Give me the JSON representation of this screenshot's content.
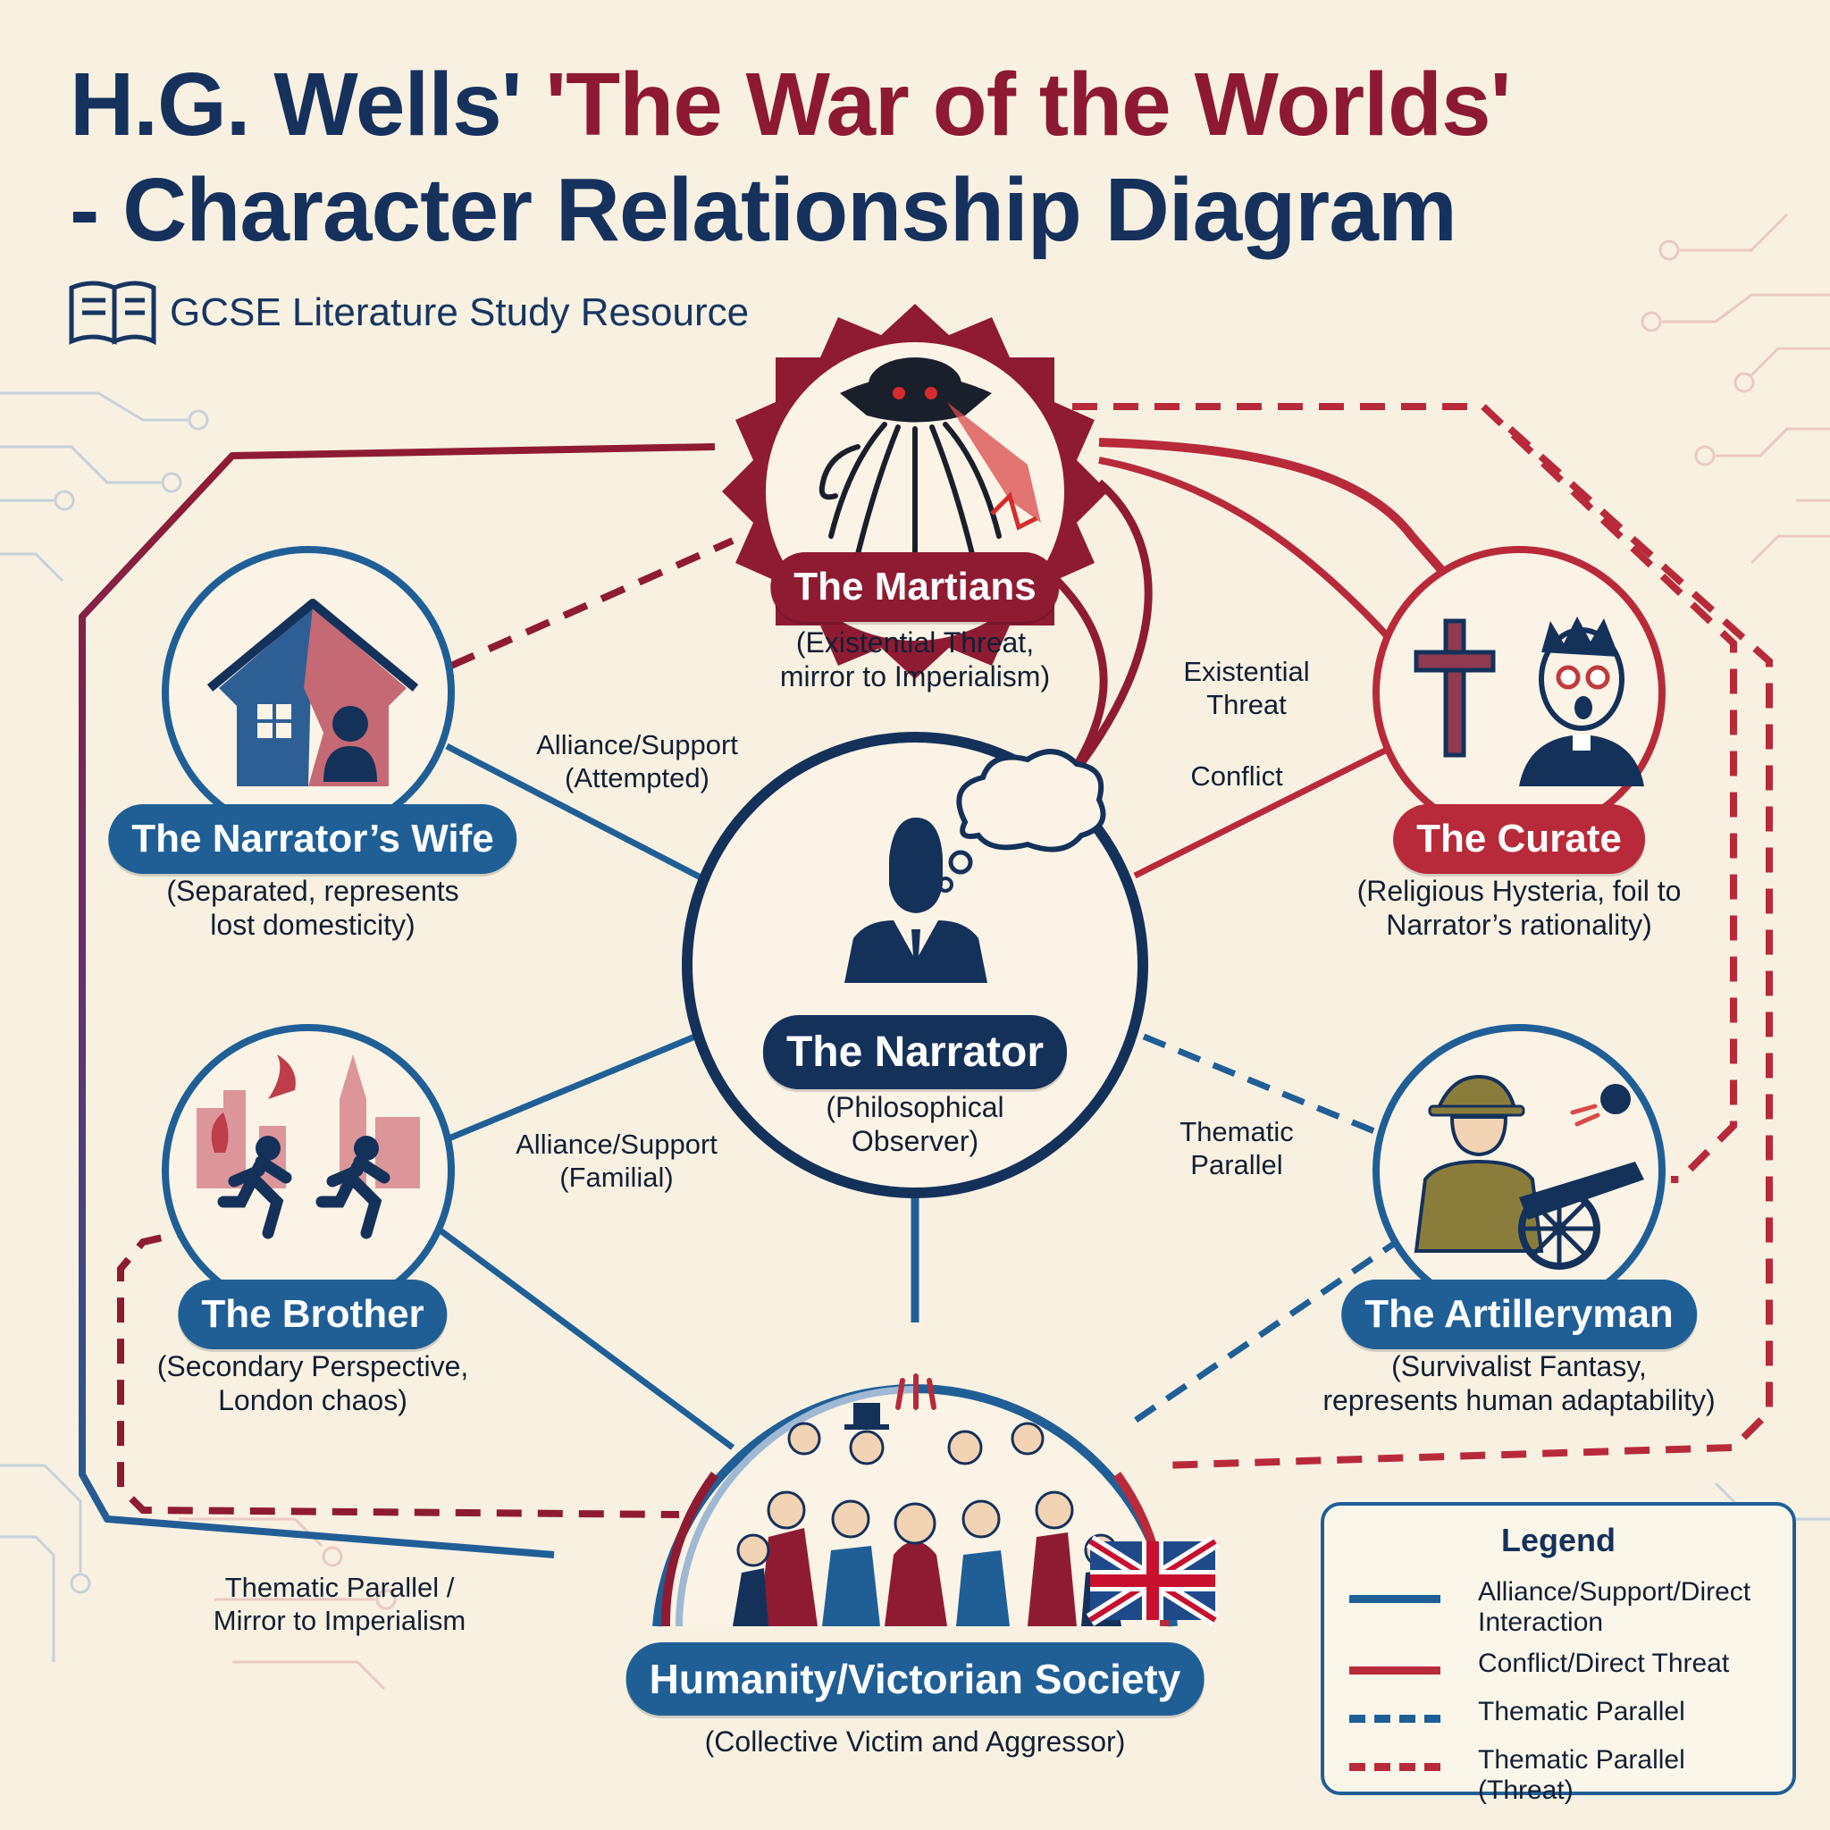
{
  "header": {
    "title_part1": "H.G. Wells' ",
    "title_part2": "'The War of the Worlds'",
    "title_part3": "- Character Relationship Diagram",
    "subtitle": "GCSE Literature Study Resource"
  },
  "nodes": {
    "martians": {
      "label": "The Martians",
      "desc1": "(Existential Threat,",
      "desc2": "mirror to Imperialism)"
    },
    "wife": {
      "label": "The Narrator’s Wife",
      "desc1": "(Separated, represents",
      "desc2": "lost domesticity)"
    },
    "curate": {
      "label": "The Curate",
      "desc1": "(Religious Hysteria, foil to",
      "desc2": "Narrator’s rationality)"
    },
    "narrator": {
      "label": "The Narrator",
      "desc1": "(Philosophical",
      "desc2": "Observer)"
    },
    "brother": {
      "label": "The Brother",
      "desc1": "(Secondary Perspective,",
      "desc2": "London chaos)"
    },
    "artilleryman": {
      "label": "The Artilleryman",
      "desc1": "(Survivalist Fantasy,",
      "desc2": "represents human adaptability)"
    },
    "society": {
      "label": "Humanity/Victorian Society",
      "desc1": "(Collective Victim and Aggressor)"
    }
  },
  "relations": {
    "wife_narrator_1": "Alliance/Support",
    "wife_narrator_2": "(Attempted)",
    "martians_narrator_1": "Existential",
    "martians_narrator_2": "Threat",
    "curate_narrator": "Conflict",
    "brother_narrator_1": "Alliance/Support",
    "brother_narrator_2": "(Familial)",
    "artillery_narrator_1": "Thematic",
    "artillery_narrator_2": "Parallel",
    "society_martians_1": "Thematic Parallel /",
    "society_martians_2": "Mirror to Imperialism"
  },
  "legend": {
    "title": "Legend",
    "items": [
      {
        "style": "solid",
        "color": "#1f5f96",
        "text": "Alliance/Support/Direct Interaction"
      },
      {
        "style": "solid",
        "color": "#b82a3a",
        "text": "Conflict/Direct Threat"
      },
      {
        "style": "dashed",
        "color": "#1f5f96",
        "text": "Thematic Parallel"
      },
      {
        "style": "dashed",
        "color": "#b82a3a",
        "text": "Thematic Parallel (Threat)"
      }
    ]
  },
  "colors": {
    "navy": "#14315a",
    "blue": "#1f5f96",
    "red": "#b82a3a",
    "maroon": "#8f1b33",
    "background": "#f8f1e2"
  }
}
